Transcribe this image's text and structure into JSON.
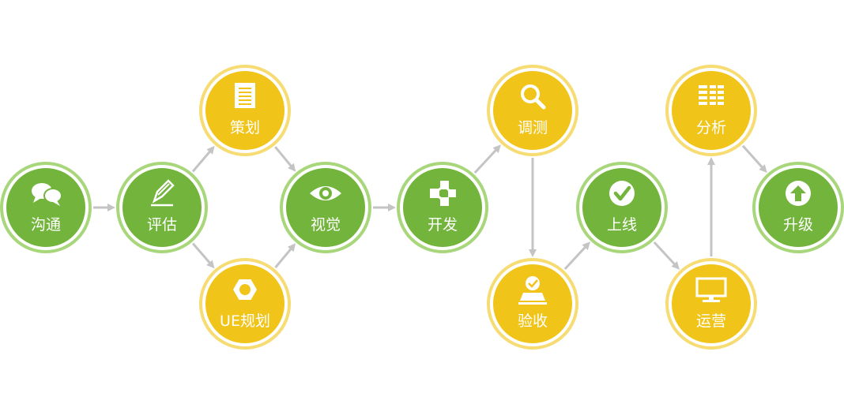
{
  "colors": {
    "green_fill": "#72b43c",
    "green_ring": "#a8d67a",
    "yellow_fill": "#f0c419",
    "yellow_ring": "#f6dc72",
    "arrow": "#c4c4c4",
    "icon": "#ffffff"
  },
  "nodes": [
    {
      "id": "goutong",
      "label": "沟通",
      "color": "green",
      "icon": "chat-bubbles-icon"
    },
    {
      "id": "pinggu",
      "label": "评估",
      "color": "green",
      "icon": "pencil-icon"
    },
    {
      "id": "cehua",
      "label": "策划",
      "color": "yellow",
      "icon": "document-icon"
    },
    {
      "id": "ue",
      "label": "UE规划",
      "color": "yellow",
      "icon": "hexagon-nut-icon"
    },
    {
      "id": "shijue",
      "label": "视觉",
      "color": "green",
      "icon": "eye-icon"
    },
    {
      "id": "kaifa",
      "label": "开发",
      "color": "green",
      "icon": "network-nodes-icon"
    },
    {
      "id": "tiaoce",
      "label": "调测",
      "color": "yellow",
      "icon": "magnifier-icon"
    },
    {
      "id": "yanshou",
      "label": "验收",
      "color": "yellow",
      "icon": "user-check-icon"
    },
    {
      "id": "shangxian",
      "label": "上线",
      "color": "green",
      "icon": "check-circle-icon"
    },
    {
      "id": "yunying",
      "label": "运营",
      "color": "yellow",
      "icon": "monitor-icon"
    },
    {
      "id": "fenxi",
      "label": "分析",
      "color": "yellow",
      "icon": "bars-list-icon"
    },
    {
      "id": "shengji",
      "label": "升级",
      "color": "green",
      "icon": "arrow-up-circle-icon"
    }
  ],
  "edges": [
    {
      "from": "goutong",
      "to": "pinggu"
    },
    {
      "from": "pinggu",
      "to": "cehua"
    },
    {
      "from": "pinggu",
      "to": "ue"
    },
    {
      "from": "cehua",
      "to": "shijue"
    },
    {
      "from": "ue",
      "to": "shijue"
    },
    {
      "from": "shijue",
      "to": "kaifa"
    },
    {
      "from": "kaifa",
      "to": "tiaoce"
    },
    {
      "from": "tiaoce",
      "to": "yanshou"
    },
    {
      "from": "yanshou",
      "to": "shangxian"
    },
    {
      "from": "shangxian",
      "to": "yunying"
    },
    {
      "from": "yunying",
      "to": "fenxi"
    },
    {
      "from": "fenxi",
      "to": "shengji"
    }
  ]
}
